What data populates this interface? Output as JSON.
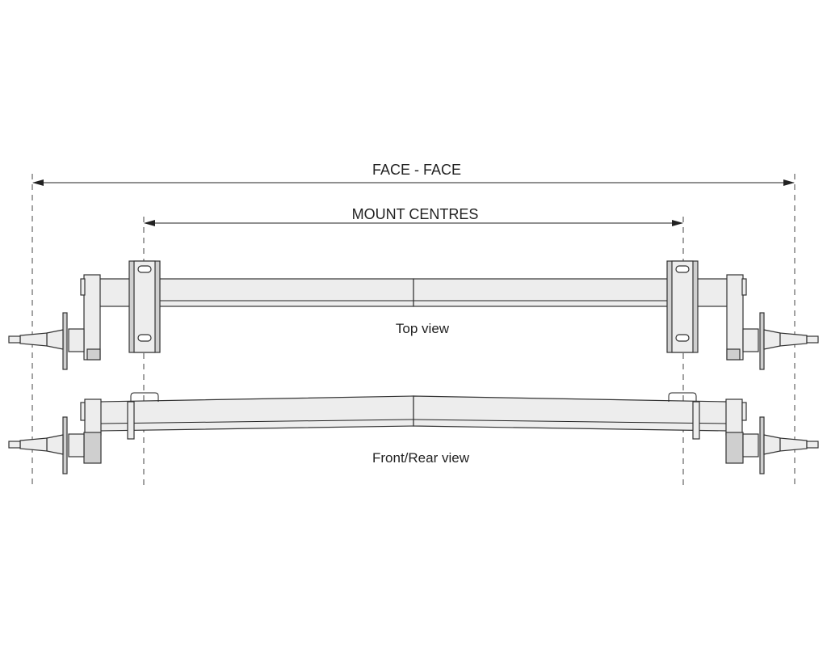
{
  "dimensions": {
    "face_to_face": "FACE - FACE",
    "mount_centres": "MOUNT CENTRES"
  },
  "views": {
    "top": "Top view",
    "front_rear": "Front/Rear view"
  }
}
